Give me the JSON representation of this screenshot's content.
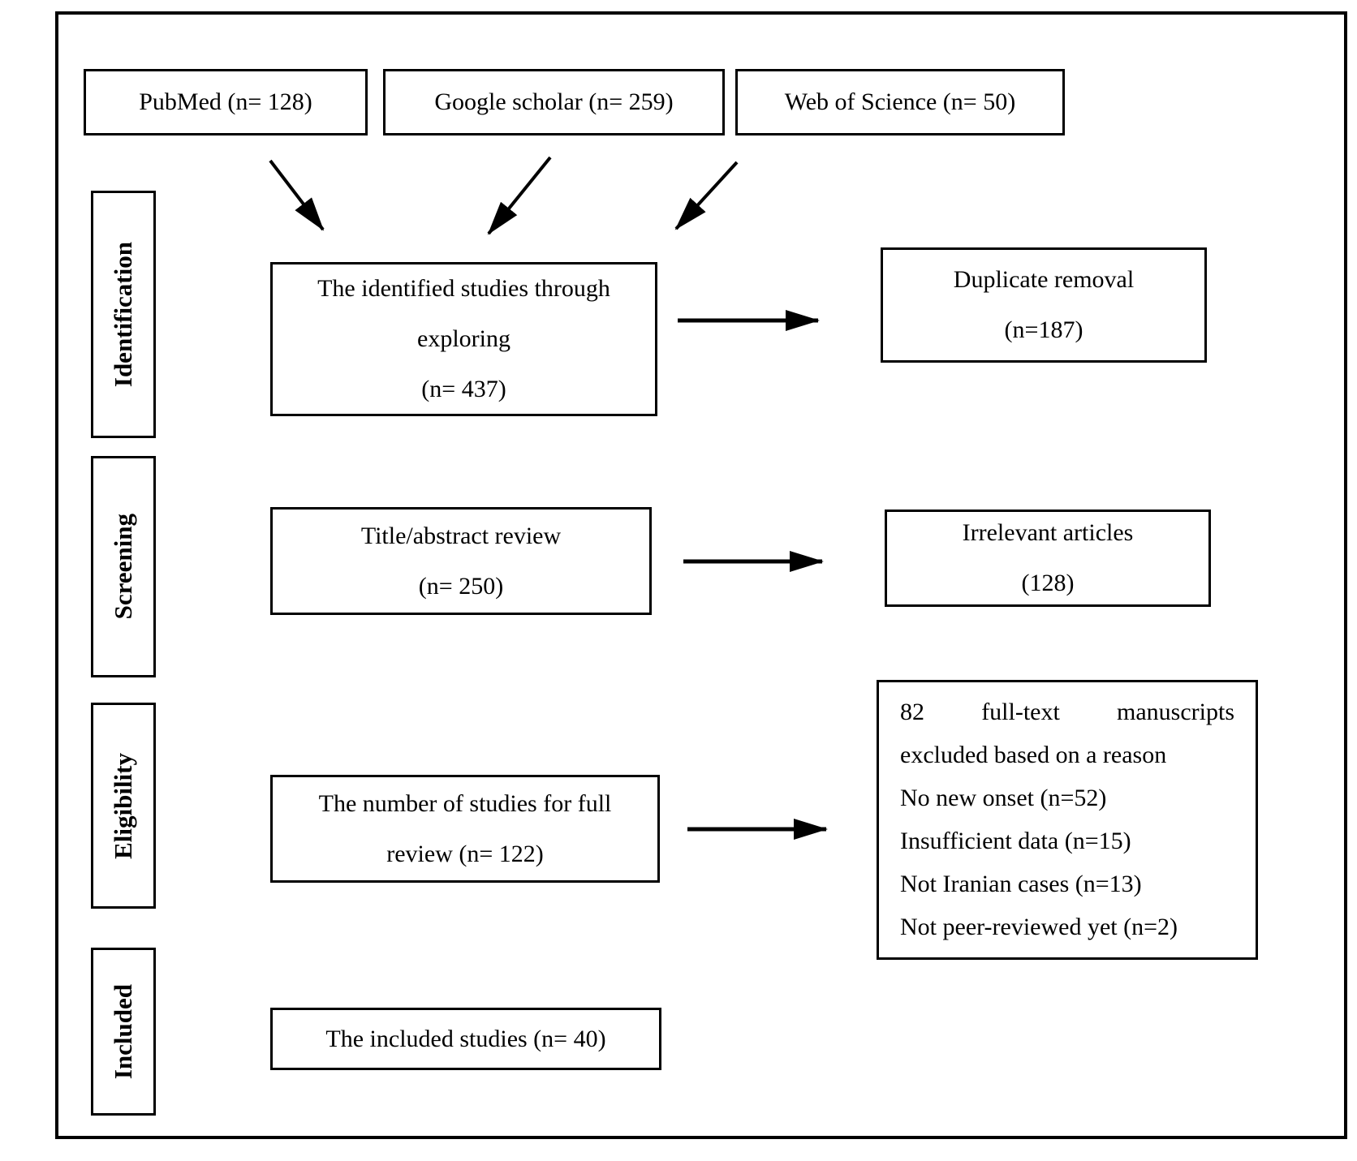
{
  "sources": {
    "pubmed": "PubMed (n= 128)",
    "google_scholar": "Google scholar (n= 259)",
    "web_of_science": "Web of Science (n= 50)"
  },
  "stages": {
    "identification": "Identification",
    "screening": "Screening",
    "eligibility": "Eligibility",
    "included": "Included"
  },
  "process": {
    "identified": {
      "line1": "The identified studies through",
      "line2": "exploring",
      "line3": "(n= 437)"
    },
    "title_abstract": {
      "line1": "Title/abstract review",
      "line2": "(n= 250)"
    },
    "full_review": {
      "line1": "The number of studies for full",
      "line2": "review (n= 122)"
    },
    "included_studies": "The included studies (n= 40)"
  },
  "exclusions": {
    "duplicate": {
      "line1": "Duplicate removal",
      "line2": "(n=187)"
    },
    "irrelevant": {
      "line1": "Irrelevant articles",
      "line2": "(128)"
    },
    "full_text": {
      "count": "82",
      "word2": "full-text",
      "word3": "manuscripts",
      "line2": "excluded based on a reason",
      "reasons": [
        "No new onset (n=52)",
        "Insufficient data (n=15)",
        "Not Iranian cases (n=13)",
        "Not peer-reviewed yet (n=2)"
      ]
    }
  }
}
